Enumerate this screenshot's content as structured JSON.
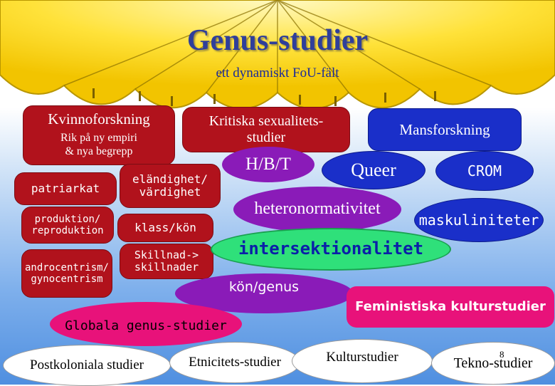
{
  "title": "Genus-studier",
  "subtitle": "ett dynamiskt FoU-fält",
  "slide_number": "8",
  "nodes": {
    "kvinnoforskning": "Kvinnoforskning",
    "kvinno_sub": "Rik på ny empiri\n& nya begrepp",
    "kritiska": "Kritiska sexualitets-\nstudier",
    "mansforskning": "Mansforskning",
    "patriarkat": "patriarkat",
    "elandighet": "eländighet/\nvärdighet",
    "hbt": "H/B/T",
    "queer": "Queer",
    "crom": "CROM",
    "produktion": "produktion/\nreproduktion",
    "klass": "klass/kön",
    "heteronormativitet": "heteronormativitet",
    "maskuliniteter": "maskuliniteter",
    "androcentrism": "androcentrism/\ngynocentrism",
    "skillnad": "Skillnad->\nskillnader",
    "intersektionalitet": "intersektionalitet",
    "kon_genus": "kön/genus",
    "feministiska": "Feministiska kulturstudier",
    "globala": "Globala genus-studier",
    "postkoloniala": "Postkoloniala studier",
    "etnicitet": "Etnicitets-studier",
    "kulturstudier": "Kulturstudier",
    "tekno": "Tekno-studier"
  },
  "colors": {
    "umbrella": "#ffe23a",
    "dark_red": "#b1121c",
    "navy": "#1a2fc9",
    "purple": "#8a1bb8",
    "green": "#2fe07a",
    "magenta": "#e8127a",
    "title": "#2f3f9a"
  }
}
